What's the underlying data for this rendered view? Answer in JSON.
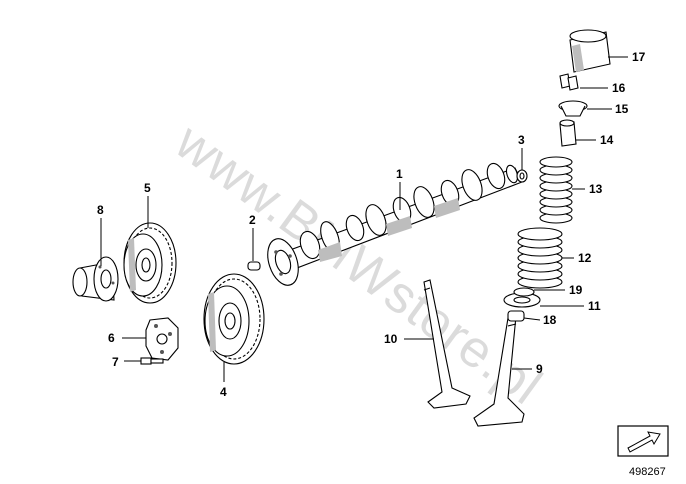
{
  "watermark": "www.BMWstore.pl",
  "reference_number": "498267",
  "callouts": {
    "p1": "1",
    "p2": "2",
    "p3": "3",
    "p4": "4",
    "p5": "5",
    "p6": "6",
    "p7": "7",
    "p8": "8",
    "p9": "9",
    "p10": "10",
    "p11": "11",
    "p12": "12",
    "p13": "13",
    "p14": "14",
    "p15": "15",
    "p16": "16",
    "p17": "17",
    "p18": "18",
    "p19": "19"
  },
  "icons": {
    "direction": "arrow-box-icon"
  }
}
